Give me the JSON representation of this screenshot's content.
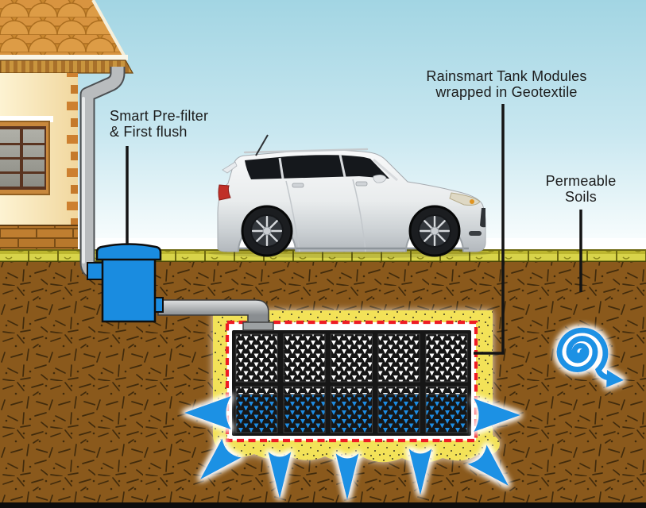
{
  "diagram": {
    "labels": {
      "prefilter": {
        "line1": "Smart Pre-filter",
        "line2": "& First flush"
      },
      "modules": {
        "line1": "Rainsmart Tank Modules",
        "line2": "wrapped in Geotextile"
      },
      "soils": {
        "line1": "Permeable",
        "line2": "Soils"
      }
    },
    "modules": {
      "rows": 2,
      "cols": 5,
      "top_row_state": "empty-crates",
      "bottom_row_state": "water-filled"
    },
    "icons": {
      "infiltration_spiral": "spiral-arrow-icon",
      "flow_arrows": "infiltration-arrow",
      "arrow_count": 7
    },
    "colors": {
      "accent_blue": "#1b91e4",
      "water_blue": "#1e8ce2",
      "soil_brown": "#8a591c",
      "sand_yellow": "#f3e259",
      "geotextile_red": "#ee1c24",
      "roof_orange": "#d89440",
      "grass_green": "#c9c53c",
      "pipe_grey": "#b9bcbe",
      "sky_blue": "#a2d5e3",
      "module_black": "#161616"
    }
  }
}
